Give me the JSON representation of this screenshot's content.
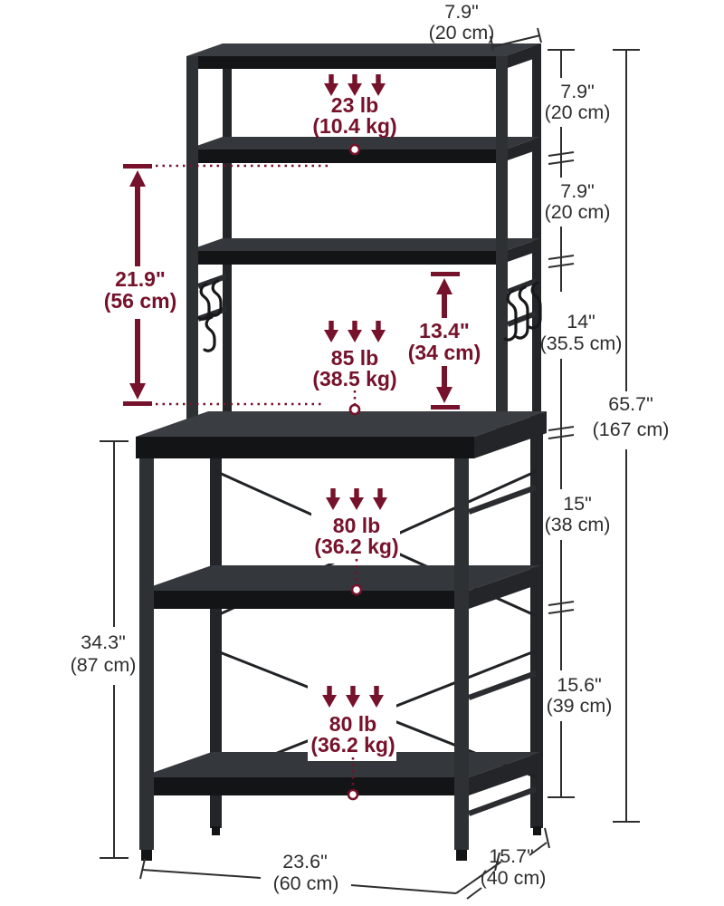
{
  "diagram": {
    "kind": "product-dimension-diagram",
    "product": "bakers-rack-with-hutch"
  },
  "colors": {
    "annotation_red": "#76122b",
    "dimension_black": "#2e2e2e",
    "frame_metal": "#2e3134",
    "shelf_board_top": "#3a3d41",
    "shelf_board_front": "#131415",
    "background": "#ffffff"
  },
  "loads": {
    "hutch_top_shelf": {
      "lb": "23 lb",
      "kg": "(10.4 kg)"
    },
    "main_surface": {
      "lb": "85 lb",
      "kg": "(38.5 kg)"
    },
    "middle_shelf": {
      "lb": "80 lb",
      "kg": "(36.2 kg)"
    },
    "bottom_shelf": {
      "lb": "80 lb",
      "kg": "(36.2 kg)"
    }
  },
  "dimensions": {
    "top_shelf_depth": {
      "inches": "7.9\"",
      "metric": "(20 cm)"
    },
    "gap_top_first": {
      "inches": "7.9\"",
      "metric": "(20 cm)"
    },
    "gap_top_second": {
      "inches": "7.9\"",
      "metric": "(20 cm)"
    },
    "hutch_opening": {
      "inches": "14\"",
      "metric": "(35.5 cm)"
    },
    "overall_height": {
      "inches": "65.7\"",
      "metric": "(167 cm)"
    },
    "desktop_to_middle_shelf": {
      "inches": "15\"",
      "metric": "(38 cm)"
    },
    "middle_to_bottom_shelf": {
      "inches": "15.6\"",
      "metric": "(39 cm)"
    },
    "hutch_height": {
      "inches": "21.9\"",
      "metric": "(56 cm)"
    },
    "hutch_clearance": {
      "inches": "13.4\"",
      "metric": "(34 cm)"
    },
    "base_height": {
      "inches": "34.3\"",
      "metric": "(87 cm)"
    },
    "overall_width": {
      "inches": "23.6\"",
      "metric": "(60 cm)"
    },
    "overall_depth": {
      "inches": "15.7\"",
      "metric": "(40 cm)"
    }
  }
}
